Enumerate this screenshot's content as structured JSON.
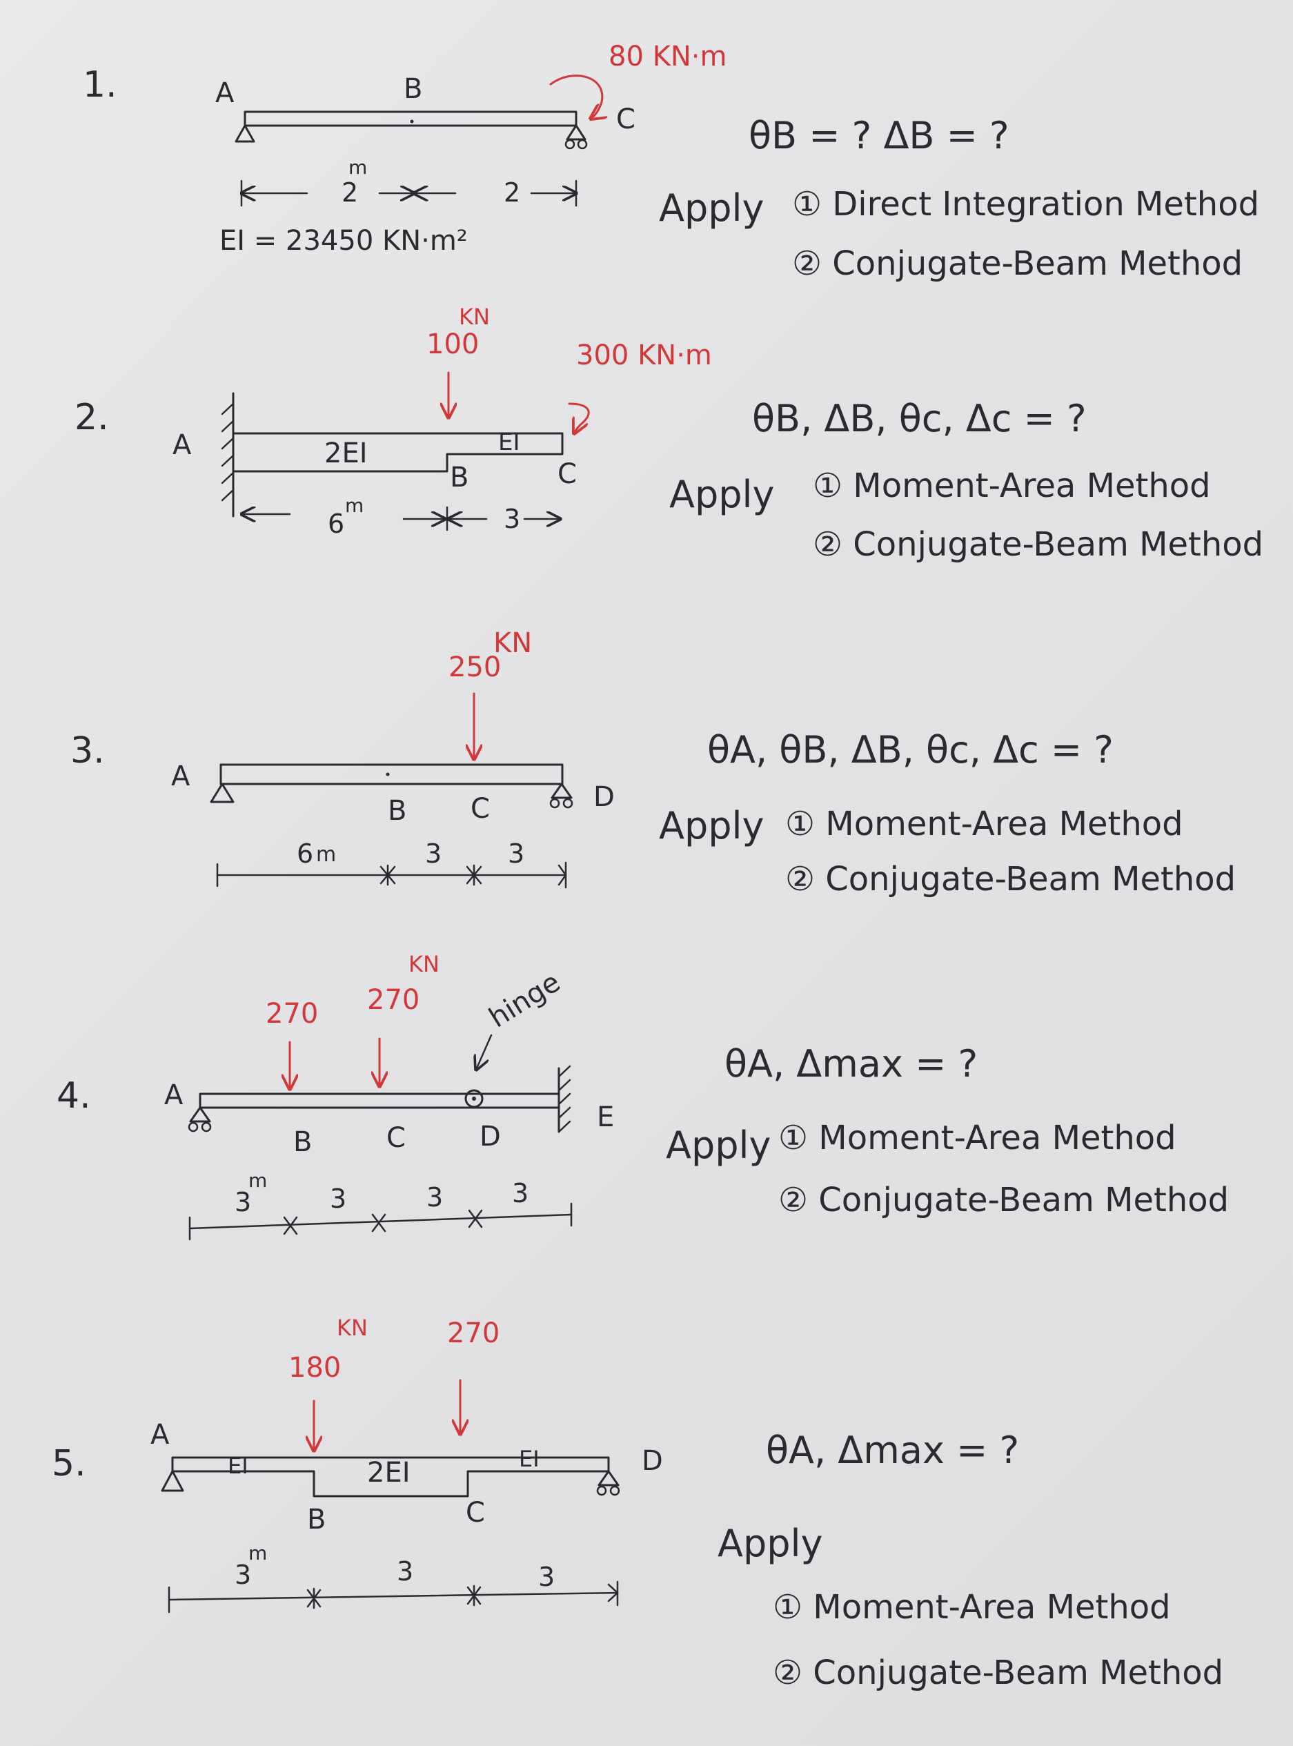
{
  "problems": [
    {
      "number": "1.",
      "labels": {
        "A": "A",
        "B": "B",
        "C": "C"
      },
      "moment": "80 KN·m",
      "dims": [
        "2",
        "2"
      ],
      "dim_unit": "m",
      "ei_text": "EI = 23450 KN·m²",
      "question": "θB = ?     ΔB = ?",
      "apply": "Apply",
      "methods": [
        "① Direct Integration Method",
        "② Conjugate-Beam Method"
      ]
    },
    {
      "number": "2.",
      "labels": {
        "A": "A",
        "B": "B",
        "C": "C"
      },
      "load": "100",
      "load_unit": "KN",
      "moment": "300 KN·m",
      "ei_left": "2EI",
      "ei_right": "EI",
      "dims": [
        "6",
        "3"
      ],
      "dim_unit": "m",
      "question": "θB, ΔB, θc, Δc = ?",
      "apply": "Apply",
      "methods": [
        "① Moment-Area Method",
        "② Conjugate-Beam Method"
      ]
    },
    {
      "number": "3.",
      "labels": {
        "A": "A",
        "B": "B",
        "C": "C",
        "D": "D"
      },
      "load": "250",
      "load_unit": "KN",
      "dims": [
        "6",
        "3",
        "3"
      ],
      "dim_unit": "m",
      "question": "θA, θB, ΔB, θc, Δc = ?",
      "apply": "Apply",
      "methods": [
        "① Moment-Area Method",
        "② Conjugate-Beam Method"
      ]
    },
    {
      "number": "4.",
      "labels": {
        "A": "A",
        "B": "B",
        "C": "C",
        "D": "D",
        "E": "E"
      },
      "loads": [
        "270",
        "270"
      ],
      "load_unit": "KN",
      "hinge": "hinge",
      "dims": [
        "3",
        "3",
        "3",
        "3"
      ],
      "dim_unit": "m",
      "question": "θA, Δmax = ?",
      "apply": "Apply",
      "methods": [
        "① Moment-Area Method",
        "② Conjugate-Beam Method"
      ]
    },
    {
      "number": "5.",
      "labels": {
        "A": "A",
        "B": "B",
        "C": "C",
        "D": "D"
      },
      "loads": [
        "180",
        "270"
      ],
      "load_unit": "KN",
      "ei_segments": [
        "EI",
        "2EI",
        "EI"
      ],
      "dims": [
        "3",
        "3",
        "3"
      ],
      "dim_unit": "m",
      "question": "θA, Δmax = ?",
      "apply": "Apply",
      "methods": [
        "① Moment-Area Method",
        "② Conjugate-Beam Method"
      ]
    }
  ]
}
